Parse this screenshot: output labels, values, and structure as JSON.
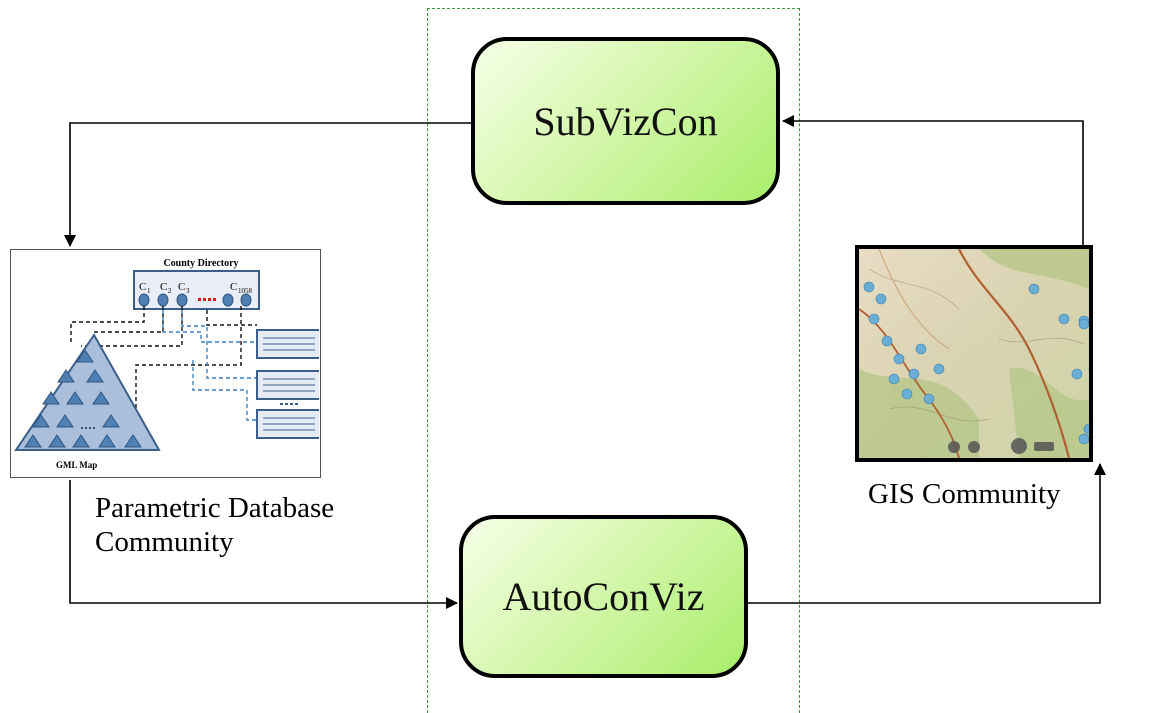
{
  "nodes": {
    "subvizcon": "SubVizCon",
    "autoconviz": "AutoConViz"
  },
  "communities": {
    "database": "Parametric Database Community",
    "gis": "GIS Community"
  },
  "db_figure": {
    "directory_title": "County Directory",
    "map_label": "GML Map",
    "cells": [
      "C",
      "C",
      "C",
      "C"
    ],
    "cell_subscripts": [
      "1",
      "2",
      "3",
      "1058"
    ]
  }
}
